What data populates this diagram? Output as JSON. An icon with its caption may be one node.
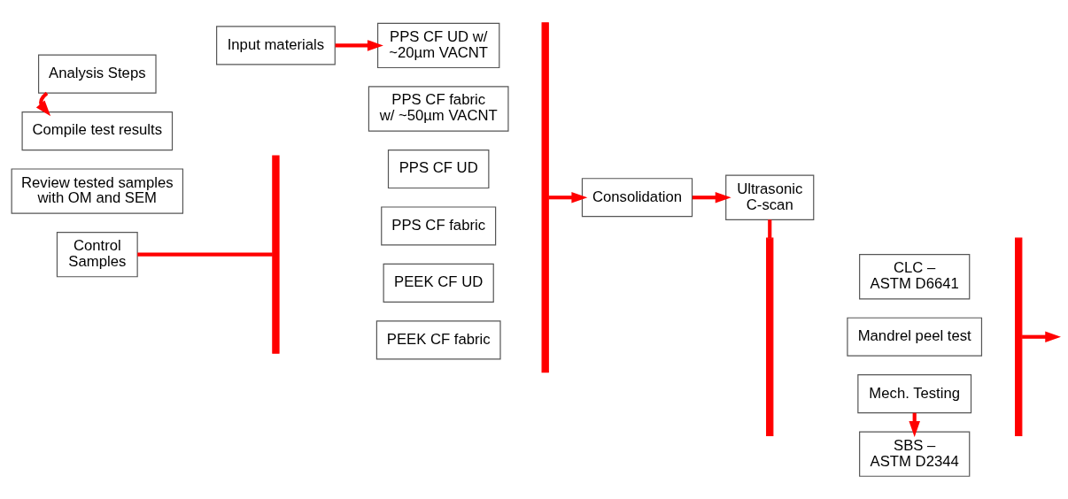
{
  "diagram": {
    "nodes": [
      {
        "text": [
          "Input materials"
        ]
      },
      {
        "text": [
          "PPS CF UD w/ ~20µm VACNT"
        ]
      },
      {
        "text": [
          "PPS CF fabric w/ ~50µm VACNT"
        ]
      },
      {
        "text": [],
        "shape": "bracket"
      },
      {
        "text": [
          "Control Samples"
        ]
      },
      {
        "text": [],
        "shape": "bracket"
      },
      {
        "text": [
          "PPS CF UD"
        ]
      },
      {
        "text": [
          "PPS CF fabric"
        ]
      },
      {
        "text": [
          "PEEK CF UD"
        ]
      },
      {
        "text": [
          "PEEK CF fabric"
        ]
      },
      {
        "text": [
          "Consolidation"
        ]
      },
      {
        "text": [
          "Ultrasonic C-scan"
        ]
      },
      {
        "text": [
          "Mech. Testing"
        ]
      },
      {
        "text": [],
        "shape": "bracket"
      },
      {
        "text": [
          "SBS – ASTM D2344"
        ]
      },
      {
        "text": [
          "CLC – ASTM D6641"
        ]
      },
      {
        "text": [
          "Mandrel peel test"
        ]
      },
      {
        "text": [],
        "shape": "bracket"
      },
      {
        "text": [
          "Analysis Steps"
        ]
      },
      {
        "text": [
          "Compile test results"
        ]
      },
      {
        "text": [
          "Review tested samples with OM and SEM"
        ]
      }
    ],
    "edges": [
      {
        "from": 0,
        "to": 1,
        "arrow": "to"
      },
      {
        "from": 3,
        "to": 10,
        "arrow": "to"
      },
      {
        "from": 4,
        "to": 5,
        "arrow": "none"
      },
      {
        "from": 10,
        "to": 11,
        "arrow": "to"
      },
      {
        "from": 11,
        "to": 13,
        "arrow": "none"
      },
      {
        "from": 12,
        "to": 14,
        "arrow": "to"
      },
      {
        "from": 17,
        "to": null,
        "arrow": "to"
      },
      {
        "from": 18,
        "to": 19,
        "arrow": "to"
      }
    ]
  }
}
